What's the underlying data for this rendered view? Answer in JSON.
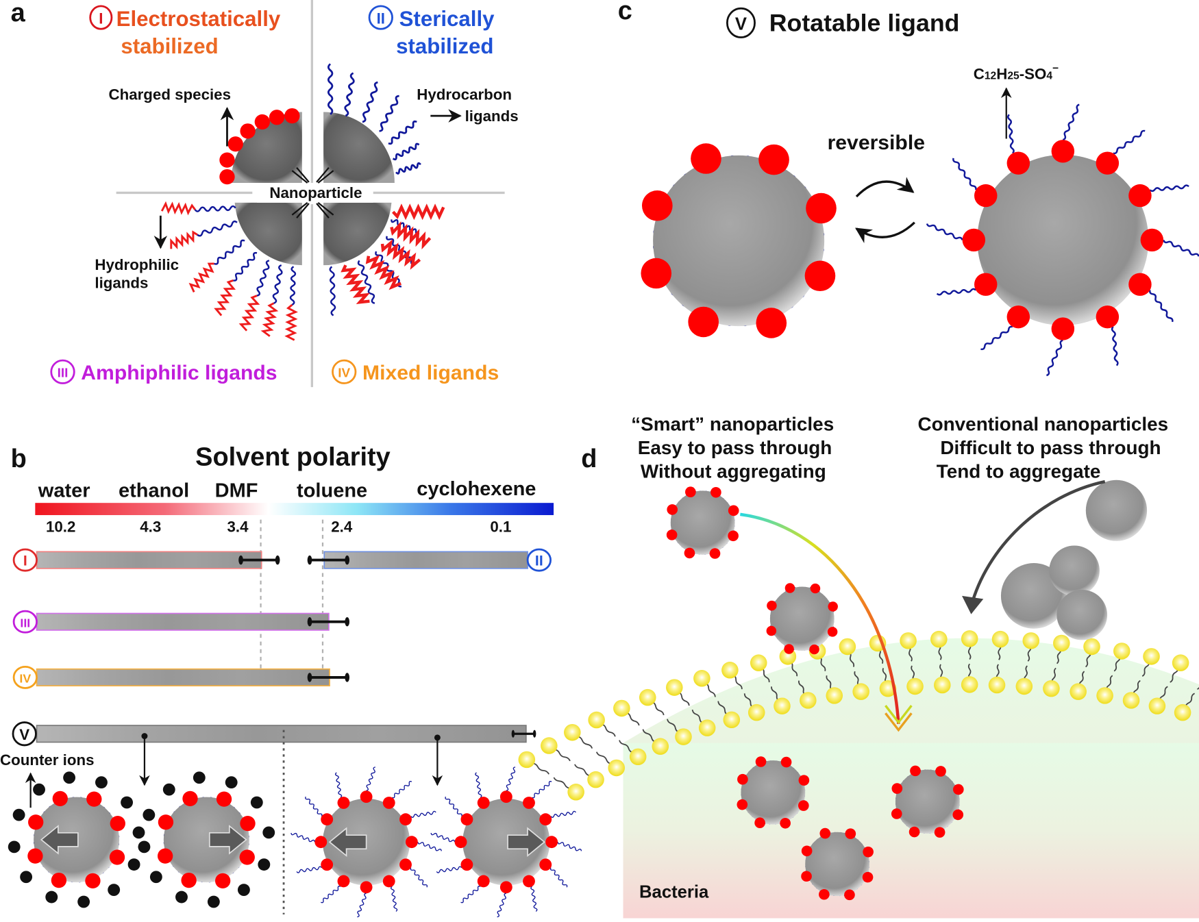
{
  "panels": {
    "a": {
      "letter": "a",
      "quadrants": [
        {
          "numeral": "I",
          "title_line1": "Electrostatically",
          "title_line2": "stabilized",
          "color": "#e8501e",
          "numeral_color": "#d9151d"
        },
        {
          "numeral": "II",
          "title_line1": "Sterically",
          "title_line2": "stabilized",
          "color": "#1f52d6",
          "numeral_color": "#1f52d6"
        },
        {
          "numeral": "III",
          "title_line1": "Amphiphilic ligands",
          "title_line2": "",
          "color": "#c11ddb",
          "numeral_color": "#c11ddb"
        },
        {
          "numeral": "IV",
          "title_line1": "Mixed ligands",
          "title_line2": "",
          "color": "#f5951d",
          "numeral_color": "#f5951d"
        }
      ],
      "annotations": {
        "charged_species": "Charged species",
        "hydrocarbon_line1": "Hydrocarbon",
        "hydrocarbon_line2": "ligands",
        "nanoparticle": "Nanoparticle",
        "hydrophilic_line1": "Hydrophilic",
        "hydrophilic_line2": "ligands"
      }
    },
    "b": {
      "letter": "b",
      "title": "Solvent polarity",
      "solvents": [
        {
          "name": "water",
          "polarity": "10.2"
        },
        {
          "name": "ethanol",
          "polarity": "4.3"
        },
        {
          "name": "DMF",
          "polarity": "3.4"
        },
        {
          "name": "toluene",
          "polarity": "2.4"
        },
        {
          "name": "cyclohexene",
          "polarity": "0.1"
        }
      ],
      "gradient_colors": [
        "#f0141e",
        "#ffffff",
        "#2ad0f0",
        "#1020d0"
      ],
      "rows": [
        {
          "numeral": "I",
          "color": "#e02a2a"
        },
        {
          "numeral": "II",
          "color": "#1f52d6"
        },
        {
          "numeral": "III",
          "color": "#c11ddb"
        },
        {
          "numeral": "IV",
          "color": "#f5a21d"
        },
        {
          "numeral": "V",
          "color": "#111111"
        }
      ],
      "counter_ions": "Counter ions"
    },
    "c": {
      "letter": "c",
      "numeral": "V",
      "title": "Rotatable ligand",
      "reversible": "reversible",
      "formula": {
        "c": "C",
        "c_sub": "12",
        "h": "H",
        "h_sub": "25",
        "rest": "-SO",
        "o_sub": "4",
        "charge": "−"
      }
    },
    "d": {
      "letter": "d",
      "smart": [
        "“Smart” nanoparticles",
        "Easy to pass through",
        "Without aggregating"
      ],
      "conventional": [
        "Conventional nanoparticles",
        "Difficult to pass through",
        "Tend to aggregate"
      ],
      "bacteria": "Bacteria"
    }
  },
  "colors": {
    "red_bead": "#ff0000",
    "ligand_blue": "#10189a",
    "particle_gray": "#9a9a9a",
    "lipid_yellow": "#f5e53a"
  }
}
